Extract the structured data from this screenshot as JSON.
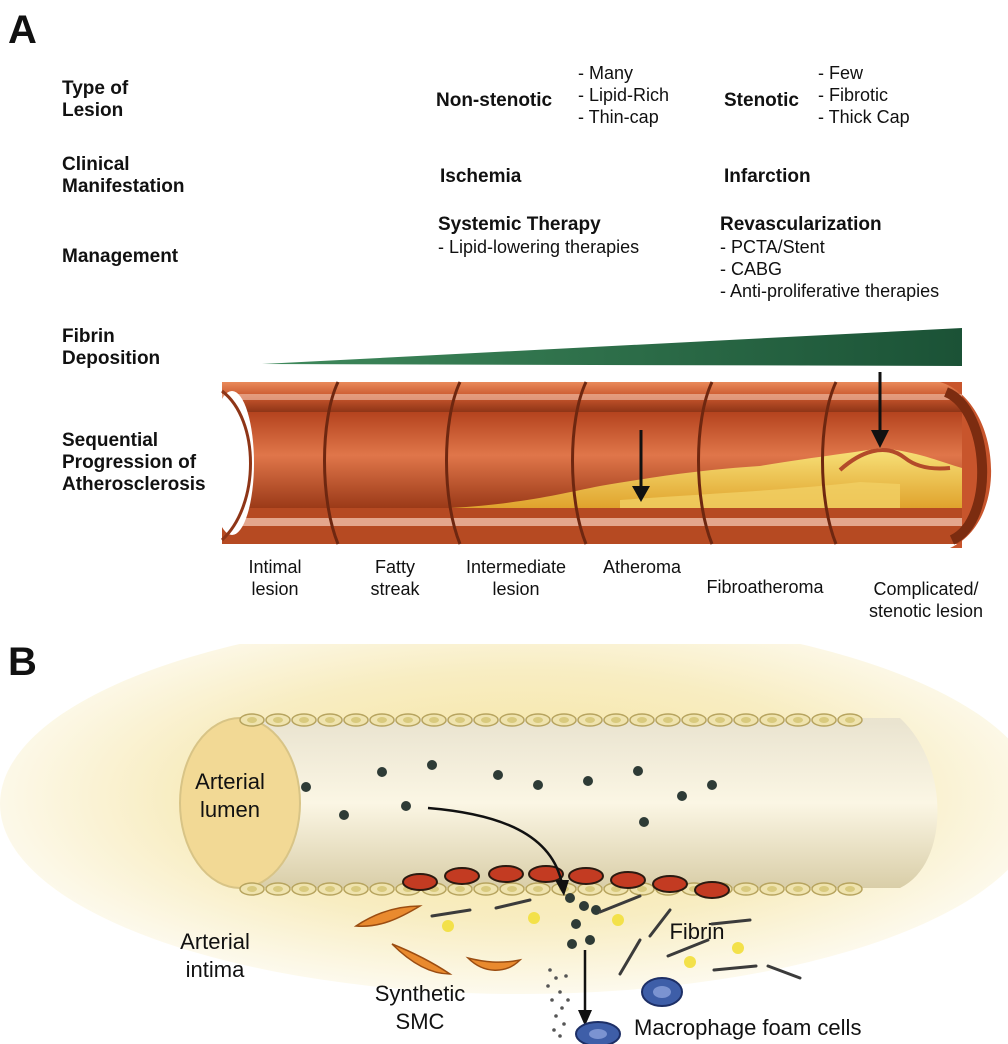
{
  "panelA": {
    "letter": "A",
    "row_labels": {
      "type_of_lesion": [
        "Type of",
        "Lesion"
      ],
      "clinical": [
        "Clinical",
        "Manifestation"
      ],
      "management": "Management",
      "fibrin": [
        "Fibrin",
        "Deposition"
      ],
      "progression": [
        "Sequential",
        "Progression of",
        "Atherosclerosis"
      ]
    },
    "lesion": {
      "non_stenotic": "Non-stenotic",
      "non_stenotic_traits": [
        "- Many",
        "- Lipid-Rich",
        "- Thin-cap"
      ],
      "stenotic": "Stenotic",
      "stenotic_traits": [
        "- Few",
        "- Fibrotic",
        "- Thick Cap"
      ]
    },
    "clinical": {
      "left": "Ischemia",
      "right": "Infarction"
    },
    "management": {
      "left_title": "Systemic Therapy",
      "left_items": [
        "- Lipid-lowering therapies"
      ],
      "right_title": "Revascularization",
      "right_items": [
        "- PCTA/Stent",
        "- CABG",
        "- Anti-proliferative therapies"
      ]
    },
    "stages": [
      [
        "Intimal",
        "lesion"
      ],
      [
        "Fatty",
        "streak"
      ],
      [
        "Intermediate",
        "lesion"
      ],
      [
        "Atheroma"
      ],
      [
        "Fibroatheroma"
      ],
      [
        "Complicated/",
        "stenotic lesion"
      ]
    ]
  },
  "panelB": {
    "letter": "B",
    "lumen": [
      "Arterial",
      "lumen"
    ],
    "intima": [
      "Arterial",
      "intima"
    ],
    "smc": [
      "Synthetic",
      "SMC"
    ],
    "fibrin": "Fibrin",
    "foam": "Macrophage foam cells"
  },
  "colors": {
    "vessel": "#c8552c",
    "vessel_dark": "#8e3517",
    "plaque": "#f2c84b",
    "wedge": "#1f5a3a",
    "lumen_glow": "#f6e7a2"
  }
}
